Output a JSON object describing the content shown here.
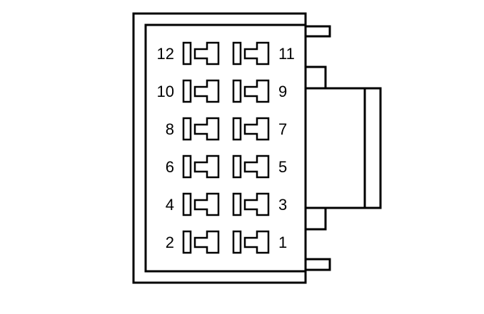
{
  "diagram": {
    "type": "connector-pinout",
    "stroke_color": "#000000",
    "background_color": "#ffffff",
    "pin_count": 12,
    "rows": [
      {
        "left_pin": "12",
        "right_pin": "11"
      },
      {
        "left_pin": "10",
        "right_pin": "9"
      },
      {
        "left_pin": "8",
        "right_pin": "7"
      },
      {
        "left_pin": "6",
        "right_pin": "5"
      },
      {
        "left_pin": "4",
        "right_pin": "3"
      },
      {
        "left_pin": "2",
        "right_pin": "1"
      }
    ]
  }
}
